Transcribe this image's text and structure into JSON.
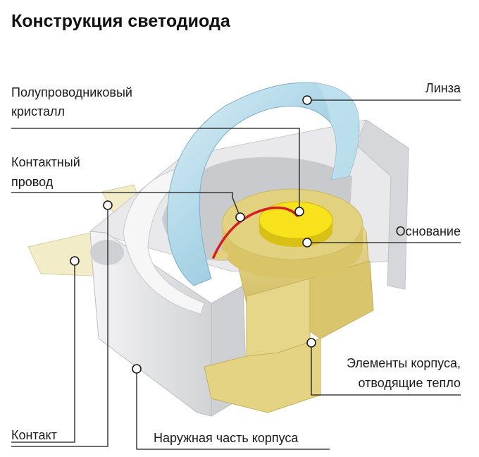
{
  "title": "Конструкция светодиода",
  "labels": {
    "crystal": [
      "Полупроводниковый",
      "кристалл"
    ],
    "wire": [
      "Контактный",
      "провод"
    ],
    "lens": "Линза",
    "base": "Основание",
    "heat": [
      "Элементы корпуса,",
      "отводящие тепло"
    ],
    "contact": "Контакт",
    "outer": "Наружная часть корпуса"
  },
  "colors": {
    "lens": "#a9d4e6",
    "chip": "#f7e21b",
    "wire": "#d41f26",
    "base": "#e2d17e",
    "housing": "#e6e6e8",
    "contact": "#f2ecc9"
  }
}
